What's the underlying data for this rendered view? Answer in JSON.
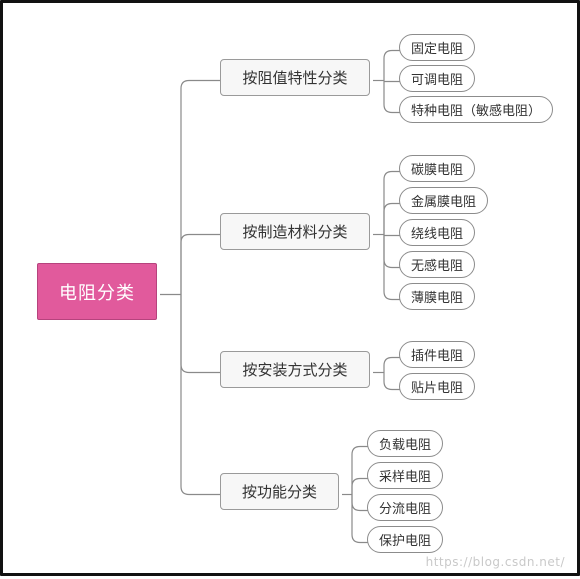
{
  "diagram": {
    "root": {
      "label": "电阻分类",
      "color": "#e15a9c"
    },
    "categories": [
      {
        "label": "按阻值特性分类",
        "children": [
          "固定电阻",
          "可调电阻",
          "特种电阻（敏感电阻）"
        ]
      },
      {
        "label": "按制造材料分类",
        "children": [
          "碳膜电阻",
          "金属膜电阻",
          "绕线电阻",
          "无感电阻",
          "薄膜电阻"
        ]
      },
      {
        "label": "按安装方式分类",
        "children": [
          "插件电阻",
          "贴片电阻"
        ]
      },
      {
        "label": "按功能分类",
        "children": [
          "负载电阻",
          "采样电阻",
          "分流电阻",
          "保护电阻"
        ]
      }
    ]
  },
  "watermark": "https://blog.csdn.net/"
}
